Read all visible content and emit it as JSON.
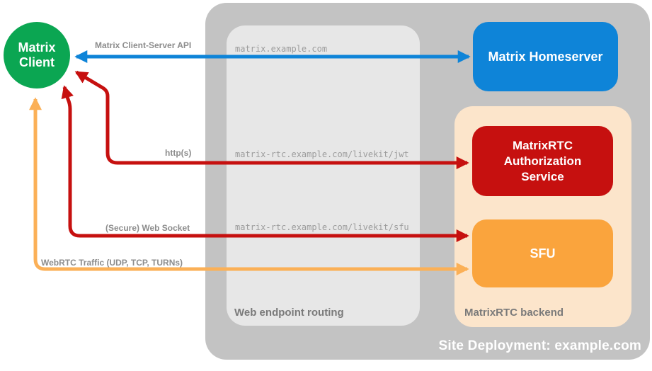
{
  "colors": {
    "green": "#0BA652",
    "blue": "#0E84D8",
    "red": "#C6100F",
    "sfu_orange": "#FAA43D",
    "arrow_orange": "#FBB057",
    "peach": "#FCE5CB",
    "container_gray": "#C3C3C3",
    "panel_gray": "#E7E7E7",
    "label_gray": "#8C8C8C",
    "label_dark_gray": "#7A7A7A",
    "mono_gray": "#9C9C9C",
    "white": "#FFFFFF"
  },
  "client": {
    "line1": "Matrix",
    "line2": "Client"
  },
  "homeserver": {
    "label": "Matrix Homeserver"
  },
  "auth_service": {
    "line1": "MatrixRTC",
    "line2": "Authorization",
    "line3": "Service"
  },
  "sfu": {
    "label": "SFU"
  },
  "containers": {
    "site_deployment": {
      "label": "Site Deployment: example.com"
    },
    "web_endpoint_routing": {
      "label": "Web endpoint routing"
    },
    "matrixrtc_backend": {
      "label": "MatrixRTC backend"
    }
  },
  "routes": [
    {
      "host": "matrix.example.com"
    },
    {
      "host": "matrix-rtc.example.com/livekit/jwt"
    },
    {
      "host": "matrix-rtc.example.com/livekit/sfu"
    }
  ],
  "arrows": [
    {
      "label": "Matrix Client-Server API",
      "color": "#0E84D8",
      "from": "matrix-client",
      "to": "matrix-homeserver",
      "bidirectional": true
    },
    {
      "label": "http(s)",
      "color": "#C6100F",
      "from": "matrix-client",
      "to": "matrixrtc-authorization-service",
      "bidirectional": true
    },
    {
      "label": "(Secure) Web Socket",
      "color": "#C6100F",
      "from": "matrix-client",
      "to": "sfu",
      "bidirectional": true
    },
    {
      "label": "WebRTC Traffic (UDP, TCP, TURNs)",
      "color": "#FBB057",
      "from": "matrix-client",
      "to": "sfu",
      "bidirectional": true
    }
  ]
}
